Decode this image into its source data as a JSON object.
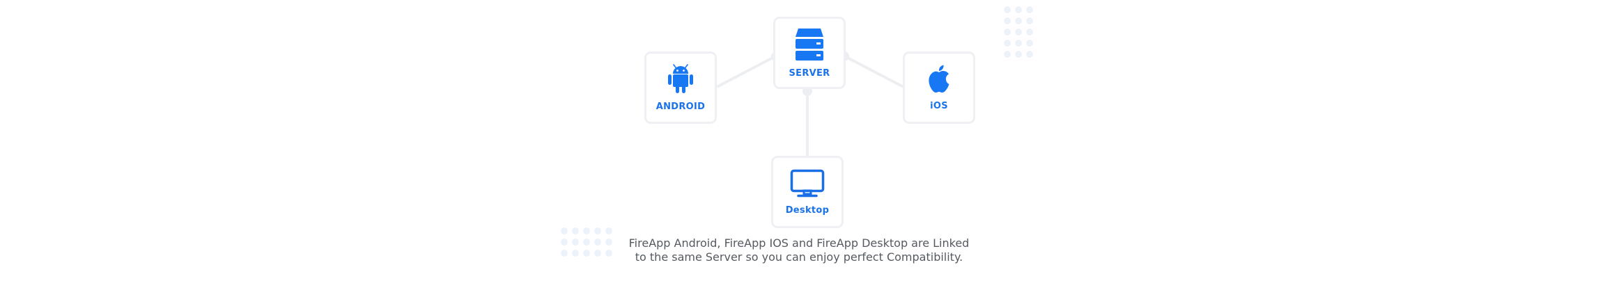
{
  "diagram": {
    "nodes": {
      "server": {
        "label": "SERVER",
        "icon": "server-icon"
      },
      "android": {
        "label": "ANDROID",
        "icon": "android-icon"
      },
      "ios": {
        "label": "iOS",
        "icon": "apple-icon"
      },
      "desktop": {
        "label": "Desktop",
        "icon": "monitor-icon"
      }
    },
    "edges": [
      {
        "from": "android",
        "to": "server"
      },
      {
        "from": "ios",
        "to": "server"
      },
      {
        "from": "desktop",
        "to": "server"
      }
    ]
  },
  "caption": {
    "line1": "FireApp Android, FireApp IOS and FireApp Desktop are Linked",
    "line2": "to the same Server so you can enjoy perfect Compatibility."
  },
  "colors": {
    "accent": "#1a73e8",
    "icon": "#1877f2",
    "connector": "#eceef1",
    "card_border": "#eef0f3",
    "dots": "#edf2fa",
    "caption_text": "#555a61"
  }
}
